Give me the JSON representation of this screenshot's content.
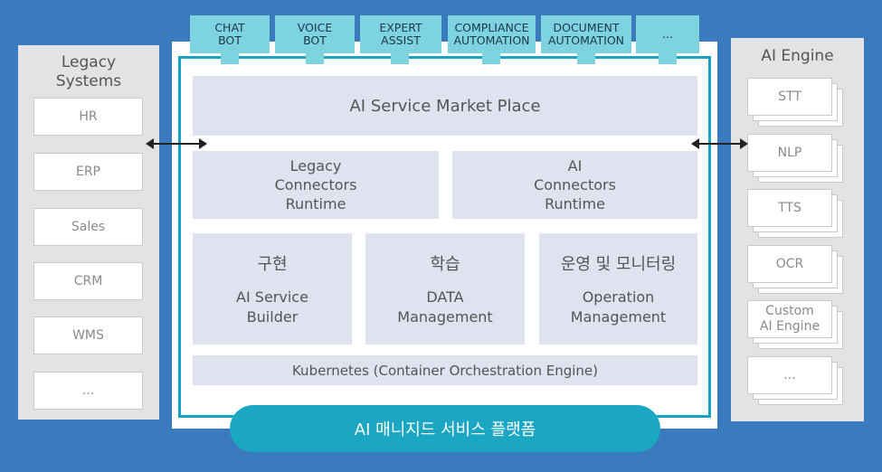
{
  "legacy_systems": {
    "title": "Legacy\nSystems",
    "items": [
      "HR",
      "ERP",
      "Sales",
      "CRM",
      "WMS",
      "..."
    ]
  },
  "ai_engine": {
    "title": "AI Engine",
    "items": [
      "STT",
      "NLP",
      "TTS",
      "OCR",
      "Custom\nAI Engine",
      "..."
    ]
  },
  "tabs": [
    "CHAT\nBOT",
    "VOICE\nBOT",
    "EXPERT\nASSIST",
    "COMPLIANCE\nAUTOMATION",
    "DOCUMENT\nAUTOMATION",
    "..."
  ],
  "platform": {
    "marketplace": "AI Service Market Place",
    "legacy_connectors": "Legacy\nConnectors\nRuntime",
    "ai_connectors": "AI\nConnectors\nRuntime",
    "modules": [
      {
        "korean": "구현",
        "english": "AI Service\nBuilder"
      },
      {
        "korean": "학습",
        "english": "DATA\nManagement"
      },
      {
        "korean": "운영 및 모니터링",
        "english": "Operation\nManagement"
      }
    ],
    "kubernetes": "Kubernetes (Container Orchestration Engine)",
    "label": "AI 매니지드 서비스 플랫폼"
  },
  "colors": {
    "background": "#3a7bbd",
    "accent": "#19a3c2",
    "tab": "#7dd3de",
    "box": "#dfe3f0"
  }
}
